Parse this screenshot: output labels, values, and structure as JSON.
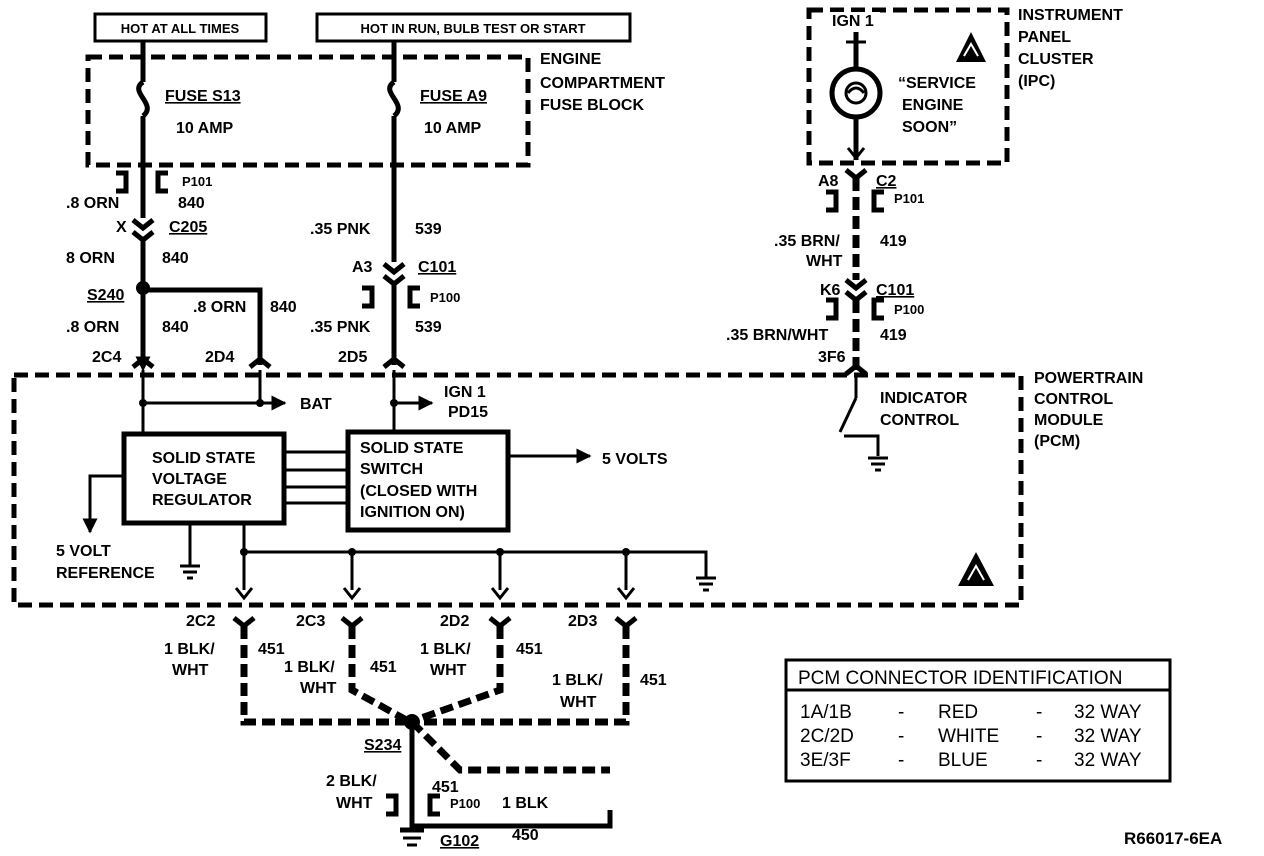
{
  "power": {
    "hot_at_all_times": "HOT AT ALL TIMES",
    "hot_in_run": "HOT IN RUN,  BULB TEST OR START"
  },
  "fuse_block": {
    "name_lines": [
      "ENGINE",
      "COMPARTMENT",
      "FUSE BLOCK"
    ],
    "fuse1_name": "FUSE S13",
    "fuse1_rating": "10 AMP",
    "fuse2_name": "FUSE A9",
    "fuse2_rating": "10 AMP"
  },
  "ipc": {
    "name_lines": [
      "INSTRUMENT",
      "PANEL",
      "CLUSTER",
      "(IPC)"
    ],
    "ign": "IGN 1",
    "lamp_lines": [
      "“SERVICE",
      "ENGINE",
      "SOON”"
    ]
  },
  "pcm": {
    "name_lines": [
      "POWERTRAIN",
      "CONTROL",
      "MODULE",
      "(PCM)"
    ],
    "bat": "BAT",
    "ign_lines": [
      "IGN 1",
      "PD15"
    ],
    "regulator_lines": [
      "SOLID STATE",
      "VOLTAGE",
      "REGULATOR"
    ],
    "switch_lines": [
      "SOLID STATE",
      "SWITCH",
      "(CLOSED WITH",
      "IGNITION ON)"
    ],
    "five_volts": "5 VOLTS",
    "reference_lines": [
      "5 VOLT",
      "REFERENCE"
    ],
    "indicator_lines": [
      "INDICATOR",
      "CONTROL"
    ]
  },
  "wires": {
    "orn_08": ".8 ORN",
    "orn_8": "8 ORN",
    "c840": "840",
    "pnk": ".35 PNK",
    "c539": "539",
    "brn_wht_a": ".35 BRN/",
    "brn_wht_b": "WHT",
    "brn_wht": ".35 BRN/WHT",
    "c419": "419",
    "blk_wht_a": "1 BLK/",
    "blk_wht_b": "WHT",
    "c451": "451",
    "blk_wht2_a": "2 BLK/",
    "blk_wht2_b": "WHT",
    "blk1": "1 BLK",
    "c450": "450"
  },
  "connectors": {
    "p101": "P101",
    "p100": "P100",
    "c205": "C205",
    "c101": "C101",
    "c2": "C2",
    "x": "X",
    "a3": "A3",
    "a8": "A8",
    "k6": "K6",
    "s240": "S240",
    "s234": "S234",
    "g102": "G102",
    "pin_2c4": "2C4",
    "pin_2d4": "2D4",
    "pin_2d5": "2D5",
    "pin_3f6": "3F6",
    "pin_2c2": "2C2",
    "pin_2c3": "2C3",
    "pin_2d2": "2D2",
    "pin_2d3": "2D3"
  },
  "table": {
    "title": "PCM CONNECTOR IDENTIFICATION",
    "rows": [
      {
        "pins": "1A/1B",
        "dash1": "-",
        "color": "RED",
        "dash2": "-",
        "size": "32 WAY"
      },
      {
        "pins": "2C/2D",
        "dash1": "-",
        "color": "WHITE",
        "dash2": "-",
        "size": "32 WAY"
      },
      {
        "pins": "3E/3F",
        "dash1": "-",
        "color": "BLUE",
        "dash2": "-",
        "size": "32 WAY"
      }
    ]
  },
  "figure_id": "R66017-6EA",
  "icons": {
    "esd": "esd-warning-icon",
    "lamp": "indicator-lamp-icon",
    "ground": "ground-icon",
    "fuse": "fuse-icon"
  }
}
